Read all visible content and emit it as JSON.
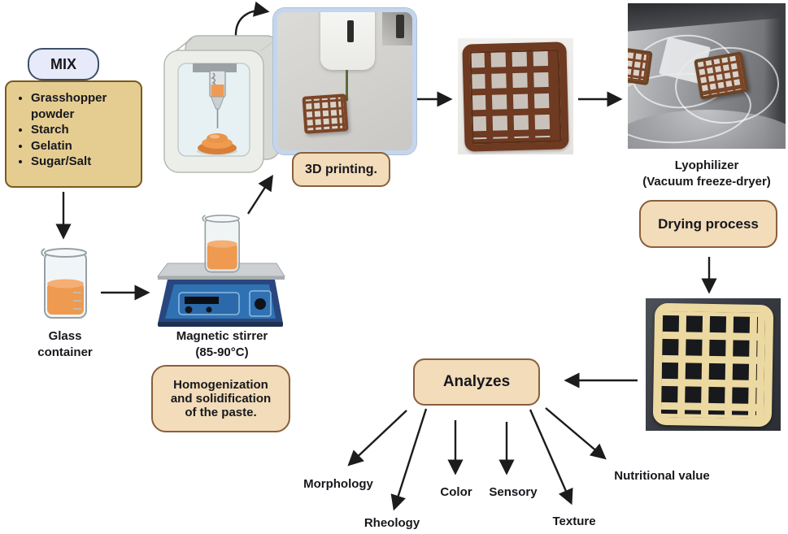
{
  "flow": {
    "mix_label": "MIX",
    "ingredients": [
      "Grasshopper powder",
      "Starch",
      "Gelatin",
      "Sugar/Salt"
    ],
    "glass_container_label": "Glass\ncontainer",
    "stirrer_label": "Magnetic stirrer\n(85-90°C)",
    "homogenization_label": "Homogenization\nand solidification\nof the paste.",
    "printing_label": "3D printing.",
    "lyophilizer_label": "Lyophilizer\n(Vacuum freeze-dryer)",
    "drying_label": "Drying process",
    "analyzes_label": "Analyzes",
    "analyses": [
      "Morphology",
      "Rheology",
      "Color",
      "Sensory",
      "Texture",
      "Nutritional value"
    ]
  },
  "colors": {
    "box_peach": "#f2dcba",
    "box_peach_border": "#8a5f3c",
    "ingredient_box": "#e5cd92",
    "ingredient_border": "#7b5a1d",
    "mix_pill": "#e7ebf9",
    "mix_border": "#3f4f6b",
    "paste_orange": "#ef9b52",
    "stirrer_blue": "#2f72b4",
    "stirrer_navy": "#29477e",
    "waffle_brown": "#6e3a21",
    "waffle_cream": "#ecd9a2",
    "arrow": "#1c1c1c"
  }
}
